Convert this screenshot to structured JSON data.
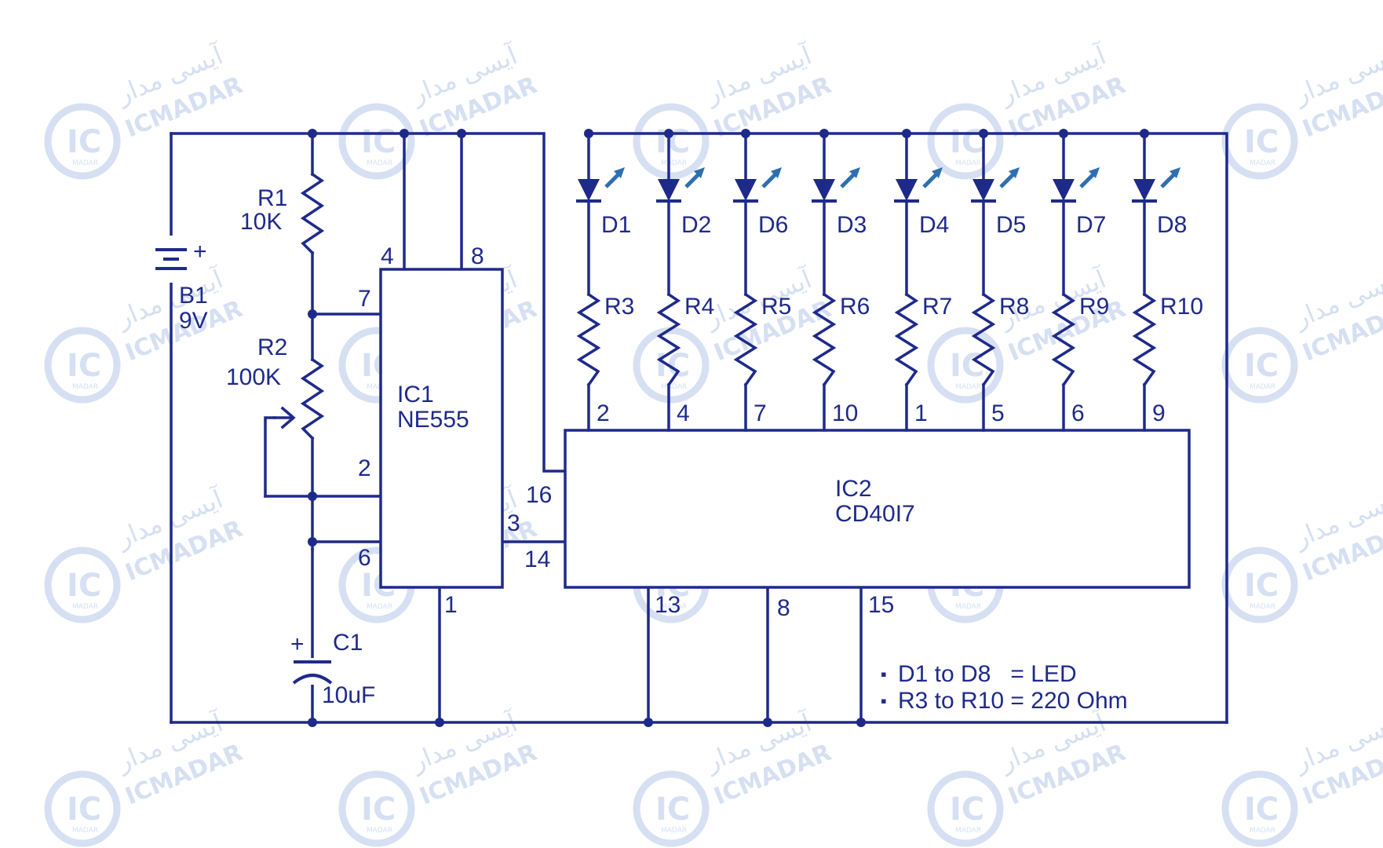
{
  "watermark": {
    "brand": "ICMADAR",
    "persian": "آیسی مدار",
    "logo_text": "IC",
    "logo_sub": "MADAR"
  },
  "battery": {
    "ref": "B1",
    "value": "9V",
    "plus": "+"
  },
  "r1": {
    "ref": "R1",
    "value": "10K"
  },
  "r2": {
    "ref": "R2",
    "value": "100K"
  },
  "c1": {
    "ref": "C1",
    "value": "10uF",
    "plus": "+"
  },
  "ic1": {
    "ref": "IC1",
    "part": "NE555",
    "pins": {
      "p4": "4",
      "p8": "8",
      "p7": "7",
      "p2": "2",
      "p6": "6",
      "p3": "3",
      "p1": "1"
    }
  },
  "ic2": {
    "ref": "IC2",
    "part": "CD40I7",
    "pins": {
      "p16": "16",
      "p14": "14",
      "p13": "13",
      "p8": "8",
      "p15": "15"
    }
  },
  "leds": [
    {
      "ref": "D1",
      "resistor": "R3",
      "pin": "2"
    },
    {
      "ref": "D2",
      "resistor": "R4",
      "pin": "4"
    },
    {
      "ref": "D6",
      "resistor": "R5",
      "pin": "7"
    },
    {
      "ref": "D3",
      "resistor": "R6",
      "pin": "10"
    },
    {
      "ref": "D4",
      "resistor": "R7",
      "pin": "1"
    },
    {
      "ref": "D5",
      "resistor": "R8",
      "pin": "5"
    },
    {
      "ref": "D7",
      "resistor": "R9",
      "pin": "6"
    },
    {
      "ref": "D8",
      "resistor": "R10",
      "pin": "9"
    }
  ],
  "notes": [
    {
      "bullet": "▪",
      "text": "D1 to D8   = LED"
    },
    {
      "bullet": "▪",
      "text": "R3 to R10 = 220 Ohm"
    }
  ],
  "colors": {
    "ink": "#1e2a8a",
    "led_arrow": "#2e6fb0",
    "watermark": "#c9d6ee"
  }
}
